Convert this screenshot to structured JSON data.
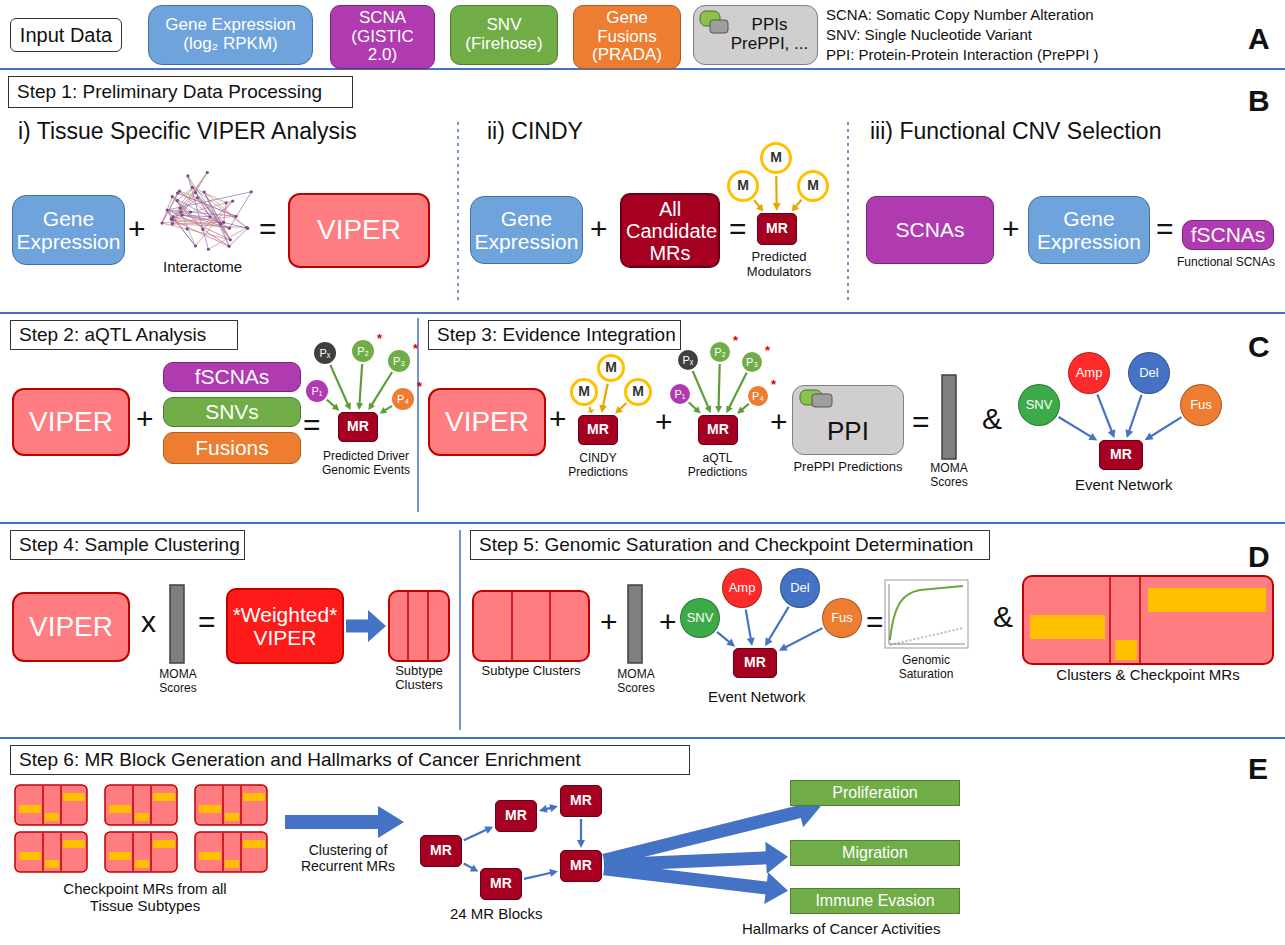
{
  "diagram": {
    "nodes": [
      {
        "text": [
          "Input Data"
        ]
      },
      {
        "text": [
          "Gene Expression (log₂ RPKM)"
        ]
      },
      {
        "text": [
          "SCNA (GISTIC 2.0)"
        ]
      },
      {
        "text": [
          "SNV (Firehose)"
        ]
      },
      {
        "text": [
          "Gene Fusions (PRADA)"
        ]
      },
      {
        "text": [
          "PPIs PrePPI, ..."
        ]
      },
      {
        "text": [
          "Step 1: Preliminary Data Processing"
        ]
      },
      {
        "text": [
          "Gene Expression"
        ]
      },
      {
        "text": [
          "VIPER"
        ]
      },
      {
        "text": [
          "Gene Expression"
        ]
      },
      {
        "text": [
          "All Candidate MRs"
        ]
      },
      {
        "text": [
          "M"
        ]
      },
      {
        "text": [
          "M"
        ]
      },
      {
        "text": [
          "M"
        ]
      },
      {
        "text": [
          "MR"
        ]
      },
      {
        "text": [
          "SCNAs"
        ]
      },
      {
        "text": [
          "Gene Expression"
        ]
      },
      {
        "text": [
          "fSCNAs"
        ]
      },
      {
        "text": [
          "Step 2: aQTL Analysis"
        ]
      },
      {
        "text": [
          "VIPER"
        ]
      },
      {
        "text": [
          "fSCNAs"
        ]
      },
      {
        "text": [
          "SNVs"
        ]
      },
      {
        "text": [
          "Fusions"
        ]
      },
      {
        "text": [
          "Pₓ"
        ]
      },
      {
        "text": [
          "P₂",
          "*"
        ]
      },
      {
        "text": [
          "P₃",
          "*"
        ]
      },
      {
        "text": [
          "P₁"
        ]
      },
      {
        "text": [
          "P₄",
          "*"
        ]
      },
      {
        "text": [
          "MR"
        ]
      },
      {
        "text": [
          "Step 3: Evidence Integration"
        ]
      },
      {
        "text": [
          "VIPER"
        ]
      },
      {
        "text": [
          "M"
        ]
      },
      {
        "text": [
          "M"
        ]
      },
      {
        "text": [
          "M"
        ]
      },
      {
        "text": [
          "MR"
        ]
      },
      {
        "text": [
          "Pₓ"
        ]
      },
      {
        "text": [
          "P₂",
          "*"
        ]
      },
      {
        "text": [
          "P₃",
          "*"
        ]
      },
      {
        "text": [
          "P₁"
        ]
      },
      {
        "text": [
          "P₄",
          "*"
        ]
      },
      {
        "text": [
          "MR"
        ]
      },
      {
        "text": [
          "PPI"
        ]
      },
      {
        "text": [
          "SNV"
        ]
      },
      {
        "text": [
          "Amp"
        ]
      },
      {
        "text": [
          "Del"
        ]
      },
      {
        "text": [
          "Fus"
        ]
      },
      {
        "text": [
          "MR"
        ]
      },
      {
        "text": [
          "Step 4: Sample Clustering"
        ]
      },
      {
        "text": [
          "VIPER"
        ]
      },
      {
        "text": [
          "*Weighted* VIPER"
        ]
      },
      {
        "text": [
          "Subtype Clusters"
        ]
      },
      {
        "text": [
          "Step 5: Genomic Saturation and Checkpoint Determination"
        ]
      },
      {
        "text": [
          "Subtype Clusters"
        ]
      },
      {
        "text": [
          "SNV"
        ]
      },
      {
        "text": [
          "Amp"
        ]
      },
      {
        "text": [
          "Del"
        ]
      },
      {
        "text": [
          "Fus"
        ]
      },
      {
        "text": [
          "MR"
        ]
      },
      {
        "text": [
          "Clusters & Checkpoint MRs"
        ]
      },
      {
        "text": [
          "Step 6: MR Block Generation and Hallmarks of Cancer Enrichment"
        ]
      },
      {
        "text": [
          "MR"
        ]
      },
      {
        "text": [
          "MR"
        ]
      },
      {
        "text": [
          "MR"
        ]
      },
      {
        "text": [
          "MR"
        ]
      },
      {
        "text": [
          "MR"
        ]
      },
      {
        "text": [
          "Proliferation"
        ]
      },
      {
        "text": [
          "Migration"
        ]
      },
      {
        "text": [
          "Immune Evasion"
        ]
      }
    ],
    "edges": [
      {
        "from": 11,
        "to": 14,
        "arrow": "to"
      },
      {
        "from": 12,
        "to": 14,
        "arrow": "to"
      },
      {
        "from": 13,
        "to": 14,
        "arrow": "to"
      },
      {
        "from": 23,
        "to": 28,
        "arrow": "to"
      },
      {
        "from": 24,
        "to": 28,
        "arrow": "to"
      },
      {
        "from": 25,
        "to": 28,
        "arrow": "to"
      },
      {
        "from": 26,
        "to": 28,
        "arrow": "to"
      },
      {
        "from": 27,
        "to": 28,
        "arrow": "to"
      },
      {
        "from": 31,
        "to": 34,
        "arrow": "to"
      },
      {
        "from": 32,
        "to": 34,
        "arrow": "to"
      },
      {
        "from": 33,
        "to": 34,
        "arrow": "to"
      },
      {
        "from": 35,
        "to": 40,
        "arrow": "to"
      },
      {
        "from": 36,
        "to": 40,
        "arrow": "to"
      },
      {
        "from": 37,
        "to": 40,
        "arrow": "to"
      },
      {
        "from": 38,
        "to": 40,
        "arrow": "to"
      },
      {
        "from": 39,
        "to": 40,
        "arrow": "to"
      },
      {
        "from": 42,
        "to": 46,
        "arrow": "to"
      },
      {
        "from": 43,
        "to": 46,
        "arrow": "to"
      },
      {
        "from": 44,
        "to": 46,
        "arrow": "to"
      },
      {
        "from": 45,
        "to": 46,
        "arrow": "to"
      },
      {
        "from": 49,
        "to": 50,
        "arrow": "to"
      },
      {
        "from": 53,
        "to": 57,
        "arrow": "to"
      },
      {
        "from": 54,
        "to": 57,
        "arrow": "to"
      },
      {
        "from": 55,
        "to": 57,
        "arrow": "to"
      },
      {
        "from": 56,
        "to": 57,
        "arrow": "to"
      },
      {
        "from": 60,
        "to": 61,
        "arrow": "to"
      },
      {
        "from": 61,
        "to": 62,
        "arrow": "both"
      },
      {
        "from": 62,
        "to": 64,
        "arrow": "to"
      },
      {
        "from": 63,
        "to": 64,
        "arrow": "to"
      },
      {
        "from": 60,
        "to": 63,
        "arrow": "to"
      },
      {
        "from": 64,
        "to": 65,
        "arrow": "to"
      },
      {
        "from": 64,
        "to": 66,
        "arrow": "to"
      },
      {
        "from": 64,
        "to": 67,
        "arrow": "to"
      }
    ],
    "labels": [
      "A",
      "SCNA: Somatic Copy Number Alteration",
      "SNV: Single Nucleotide Variant",
      "PPI: Protein-Protein Interaction (PrePPI )",
      "B",
      "i) Tissue Specific VIPER Analysis",
      "+",
      "Interactome",
      "=",
      "ii) CINDY",
      "+",
      "=",
      "Predicted Modulators",
      "iii) Functional CNV Selection",
      "+",
      "=",
      "Functional SCNAs",
      "C",
      "+",
      "=",
      "Predicted Driver Genomic Events",
      "+",
      "CINDY Predictions",
      "+",
      "aQTL Predictions",
      "+",
      "PrePPI Predictions",
      "=",
      "MOMA Scores",
      "&",
      "Event Network",
      "D",
      "x",
      "MOMA Scores",
      "=",
      "+",
      "MOMA Scores",
      "+",
      "Event Network",
      "=",
      "Genomic Saturation",
      "&",
      "E",
      "Checkpoint MRs from all Tissue Subtypes",
      "Clustering of Recurrent MRs",
      "24 MR Blocks",
      "Hallmarks of Cancer Activities"
    ]
  }
}
